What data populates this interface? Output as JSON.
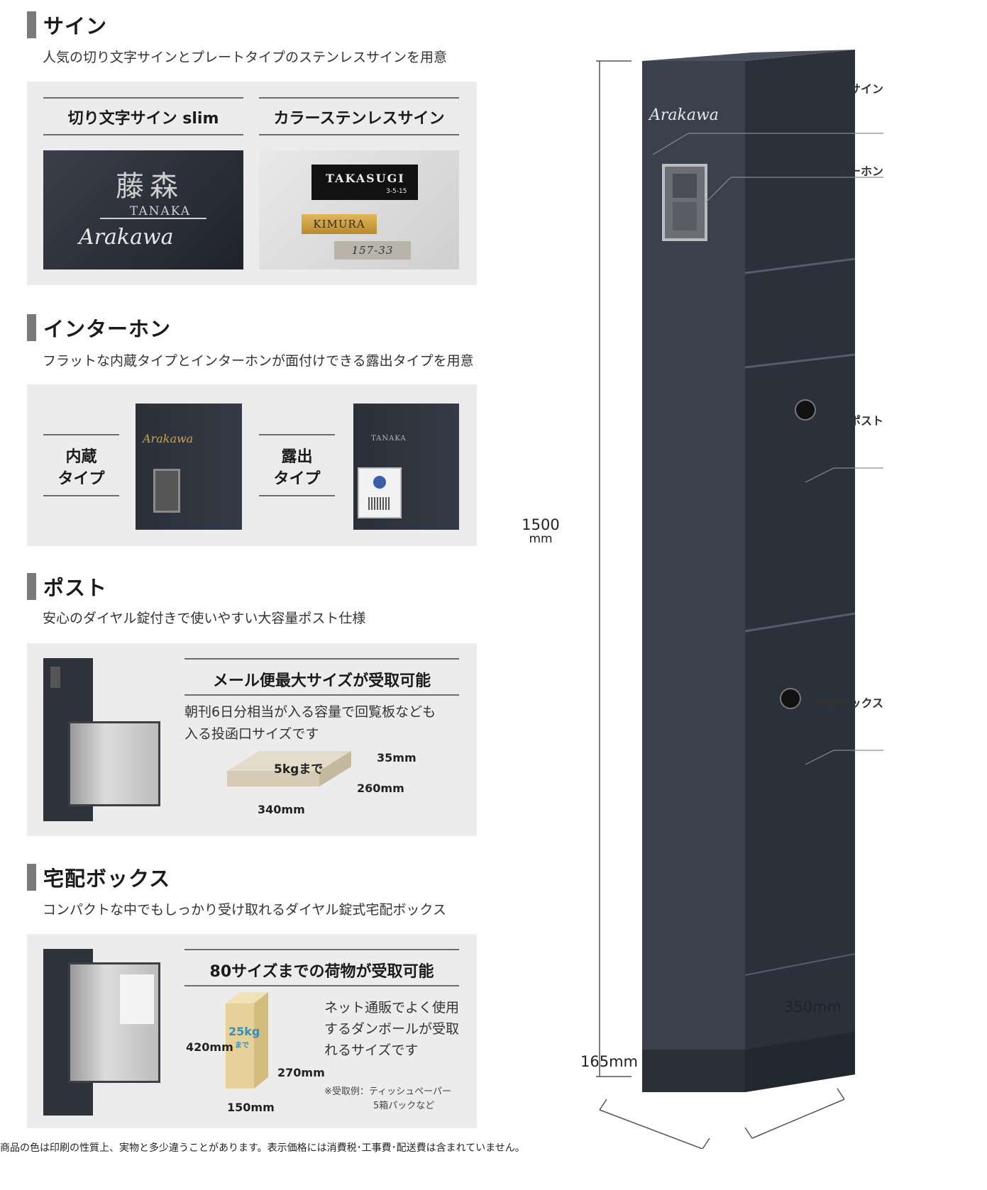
{
  "sign": {
    "title": "サイン",
    "subtitle": "人気の切り文字サインとプレートタイプのステンレスサインを用意",
    "left_caption": "切り文字サイン slim",
    "right_caption": "カラーステンレスサイン",
    "left_sample": {
      "kanji": "藤森",
      "roman": "TANAKA",
      "script": "Arakawa"
    },
    "right_sample": {
      "plate1": "TAKASUGI",
      "plate1_sub": "3-5-15",
      "plate2": "KIMURA",
      "plate3": "157-33"
    }
  },
  "intercom": {
    "title": "インターホン",
    "subtitle": "フラットな内蔵タイプとインターホンが面付けできる露出タイプを用意",
    "builtin_label_1": "内蔵",
    "builtin_label_2": "タイプ",
    "builtin_script": "Arakawa",
    "exposed_label_1": "露出",
    "exposed_label_2": "タイプ",
    "exposed_name": "TANAKA"
  },
  "post": {
    "title": "ポスト",
    "subtitle": "安心のダイヤル錠付きで使いやすい大容量ポスト仕様",
    "heading": "メール便最大サイズが受取可能",
    "body_1": "朝刊6日分相当が入る容量で回覧板なども",
    "body_2": "入る投函口サイズです",
    "weight": "5kgまで",
    "dim_height": "35mm",
    "dim_depth": "260mm",
    "dim_width": "340mm"
  },
  "delivery": {
    "title": "宅配ボックス",
    "subtitle": "コンパクトな中でもしっかり受け取れるダイヤル錠式宅配ボックス",
    "heading": "80サイズまでの荷物が受取可能",
    "body_1": "ネット通販でよく使用",
    "body_2": "するダンボールが受取",
    "body_3": "れるサイズです",
    "weight": "25kg",
    "weight_sub": "まで",
    "dim_height": "420mm",
    "dim_depth": "270mm",
    "dim_width": "150mm",
    "note_1": "※受取例：ティッシュペーパー",
    "note_2": "5箱パックなど"
  },
  "product": {
    "script": "Arakawa",
    "callout_sign": "サイン",
    "callout_intercom": "インターホン",
    "callout_post": "ポスト",
    "callout_box": "宅配ボックス",
    "height_value": "1500",
    "height_unit": "mm",
    "depth": "350mm",
    "width": "165mm"
  },
  "footer": "商品の色は印刷の性質上、実物と多少違うことがあります。表示価格には消費税･工事費･配送費は含まれていません。",
  "colors": {
    "body": "#2f3540",
    "panel": "#ececec",
    "accent_bar": "#7a7a7a",
    "gold": "#c9a24a"
  }
}
